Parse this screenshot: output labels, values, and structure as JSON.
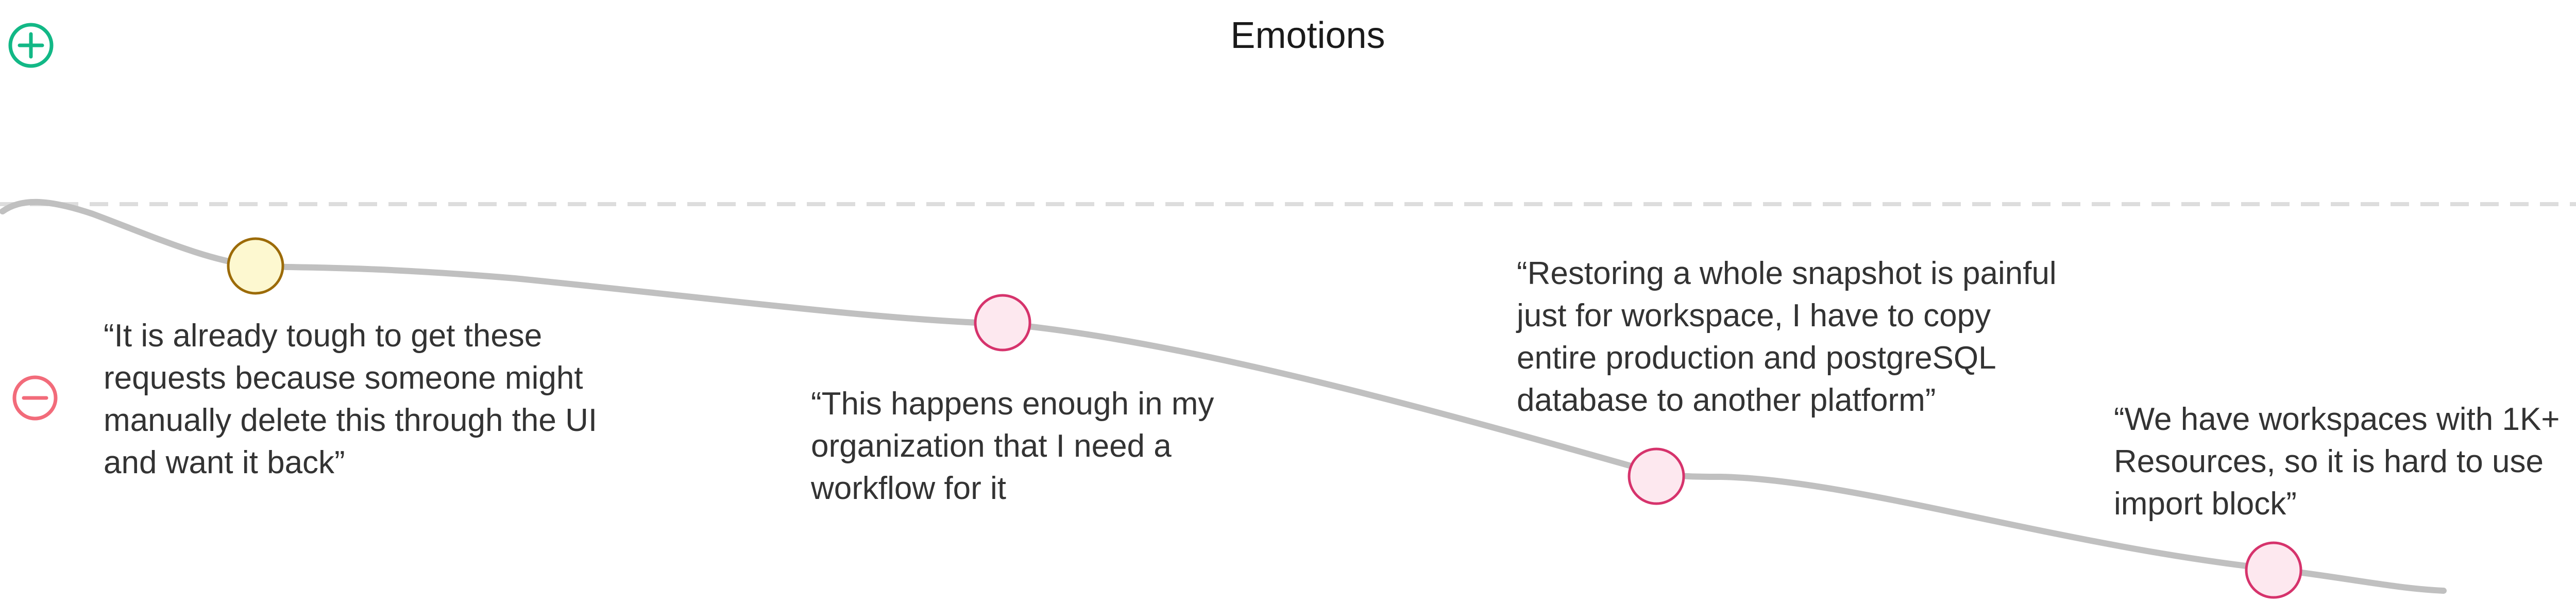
{
  "title": "Emotions",
  "axis": {
    "positive_icon": "plus-circle-icon",
    "negative_icon": "minus-circle-icon",
    "positive_color": "#12b886",
    "negative_color": "#f26b7a"
  },
  "line_color": "#c0c0c0",
  "baseline_color": "#dddddd",
  "moments": [
    {
      "sentiment": "neutral",
      "fill": "#fdf8d0",
      "stroke": "#9c6b08",
      "quote": "“It is already tough to get these\nrequests because someone might\nmanually delete this through the UI\nand want it back”"
    },
    {
      "sentiment": "negative",
      "fill": "#fde8ef",
      "stroke": "#d6336c",
      "quote": "“This happens enough in my\norganization that I need a\nworkflow for it"
    },
    {
      "sentiment": "negative",
      "fill": "#fde8ef",
      "stroke": "#d6336c",
      "quote": "“Restoring a whole snapshot is painful\njust for workspace, I have to copy\nentire production and postgreSQL\ndatabase to another platform”"
    },
    {
      "sentiment": "negative",
      "fill": "#fde8ef",
      "stroke": "#d6336c",
      "quote": "“We have workspaces with 1K+\nResources, so it is hard to use\nimport block”"
    }
  ]
}
